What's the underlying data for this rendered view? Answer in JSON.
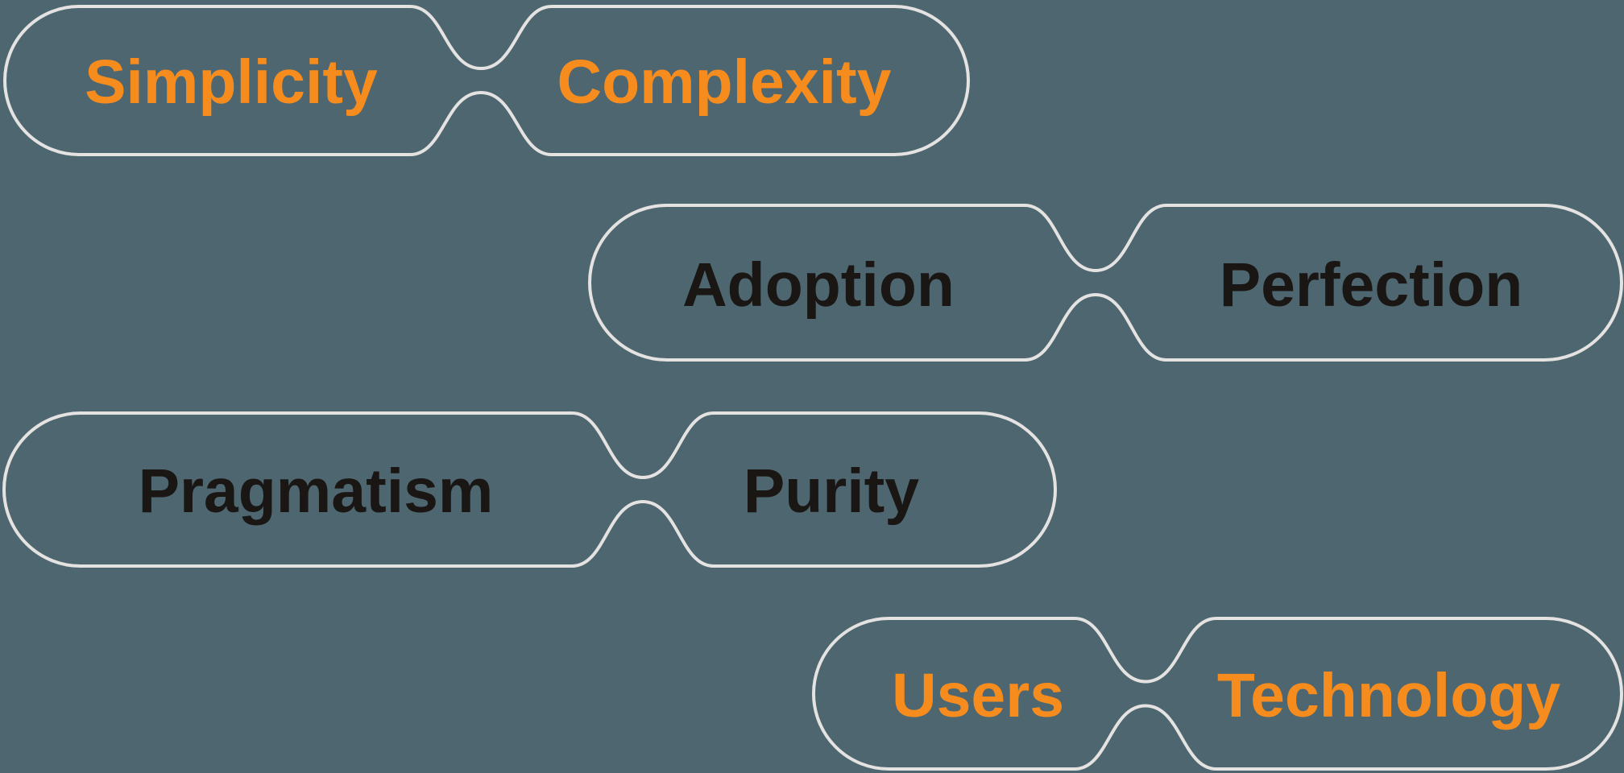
{
  "colors": {
    "background": "#4D6670",
    "outline": "#E4E3E1",
    "accent_orange": "#F78C1E",
    "text_dark": "#191614"
  },
  "diagram": {
    "pairs": [
      {
        "left_label": "Simplicity",
        "right_label": "Complexity",
        "text_color": "#F78C1E"
      },
      {
        "left_label": "Adoption",
        "right_label": "Perfection",
        "text_color": "#191614"
      },
      {
        "left_label": "Pragmatism",
        "right_label": "Purity",
        "text_color": "#191614"
      },
      {
        "left_label": "Users",
        "right_label": "Technology",
        "text_color": "#F78C1E"
      }
    ]
  }
}
